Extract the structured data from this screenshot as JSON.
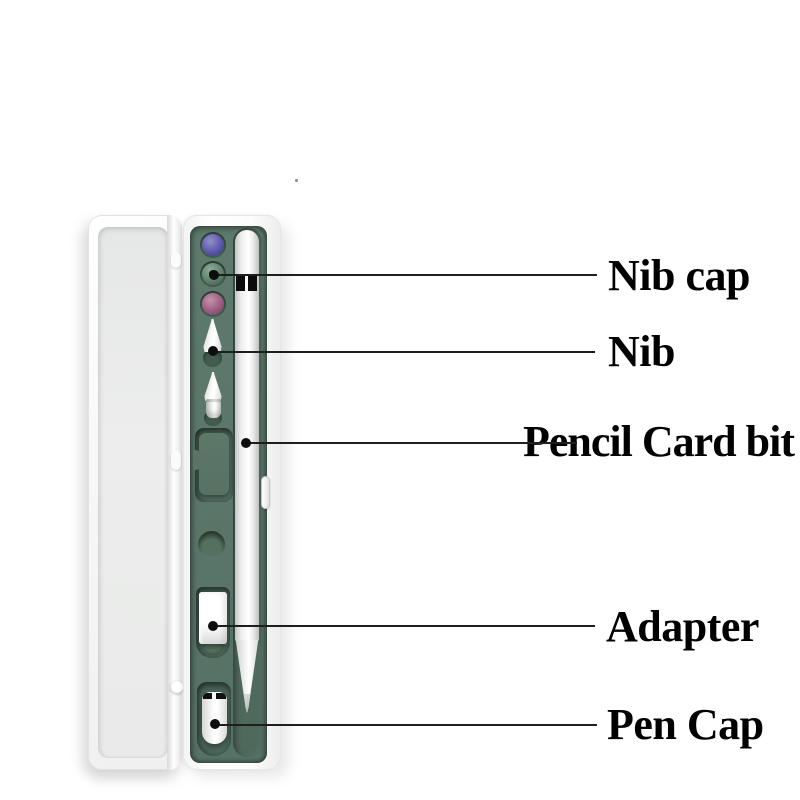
{
  "figure": {
    "kind": "annotated-product-diagram",
    "subject": "stylus pen storage case with accessories"
  },
  "annotations": [
    {
      "id": "nib-cap",
      "label": "Nib cap"
    },
    {
      "id": "nib",
      "label": "Nib"
    },
    {
      "id": "pencil-card-bit",
      "label": "Pencil Card bit"
    },
    {
      "id": "adapter",
      "label": "Adapter"
    },
    {
      "id": "pen-cap",
      "label": "Pen Cap"
    }
  ],
  "colors": {
    "tray_green": "#5e7a6d",
    "channel_green": "#4f695d",
    "recess_green": "#4a655a",
    "cap_blue": "#5b58ab",
    "cap_green": "#5e816d",
    "cap_magenta": "#9b5c81",
    "line_color": "#1e1e1e",
    "label_color": "#000000"
  }
}
